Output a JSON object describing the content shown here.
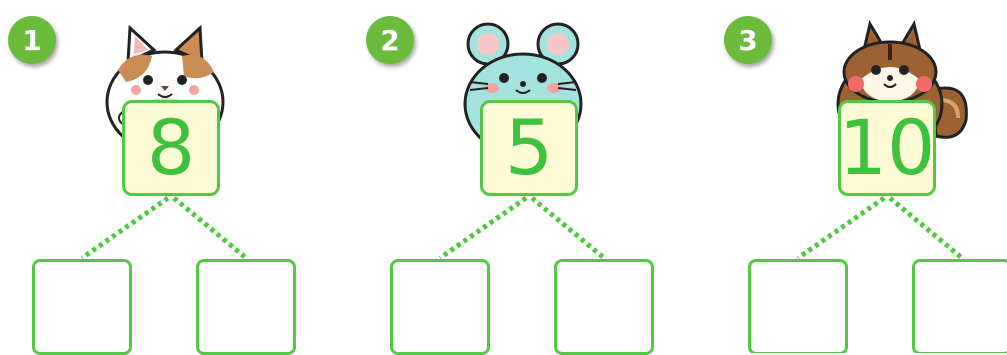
{
  "problems": [
    {
      "badge": "1",
      "number": "8",
      "animal_icon": "cat-icon"
    },
    {
      "badge": "2",
      "number": "5",
      "animal_icon": "mouse-icon"
    },
    {
      "badge": "3",
      "number": "10",
      "animal_icon": "squirrel-icon"
    }
  ],
  "colors": {
    "badge": "#6cbb3c",
    "border": "#53c943",
    "number": "#3ec23e",
    "number_box_bg": "#fdfbd6"
  }
}
